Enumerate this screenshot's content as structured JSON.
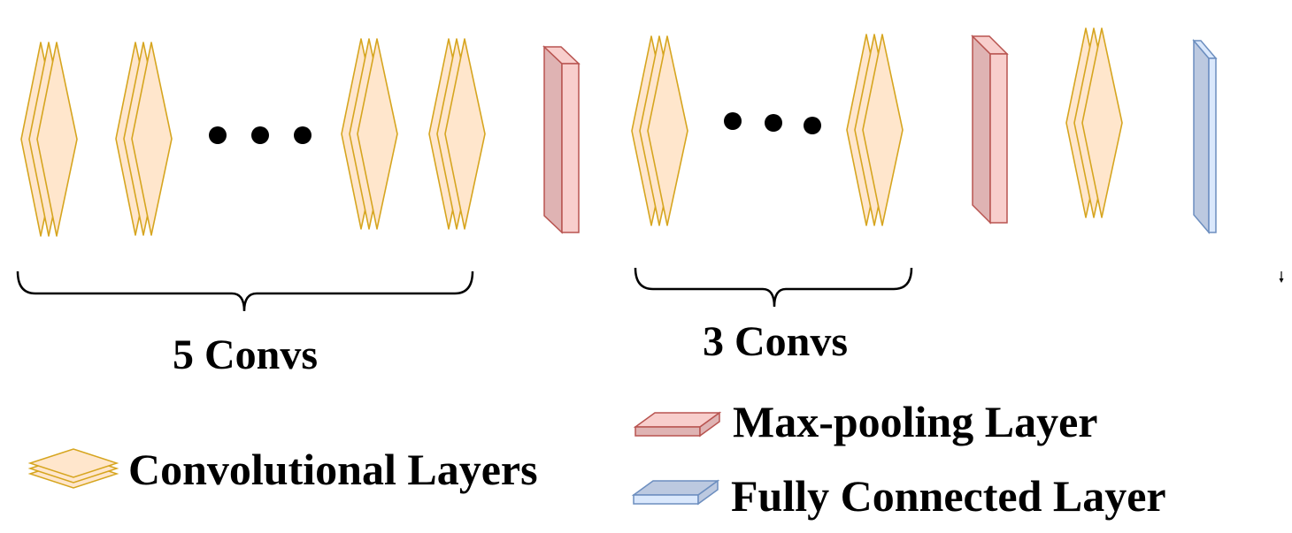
{
  "colors": {
    "conv_fill": "#ffe6cc",
    "conv_stroke": "#d6a51f",
    "pool_front": "#f8cecc",
    "pool_side": "#dfb3b3",
    "pool_stroke": "#b85450",
    "fc_front": "#dae8fc",
    "fc_side": "#bcc9e0",
    "fc_stroke": "#6c8ebf",
    "text": "#000000"
  },
  "groups": [
    {
      "label": "5 Convs"
    },
    {
      "label": "3 Convs"
    }
  ],
  "legend": {
    "conv_label": "Convolutional Layers",
    "pool_label": "Max-pooling Layer",
    "fc_label": "Fully Connected Layer"
  },
  "icons": {
    "ellipsis": "ellipsis-icon",
    "brace": "curly-brace-icon",
    "arrow": "arrow-down-icon"
  }
}
